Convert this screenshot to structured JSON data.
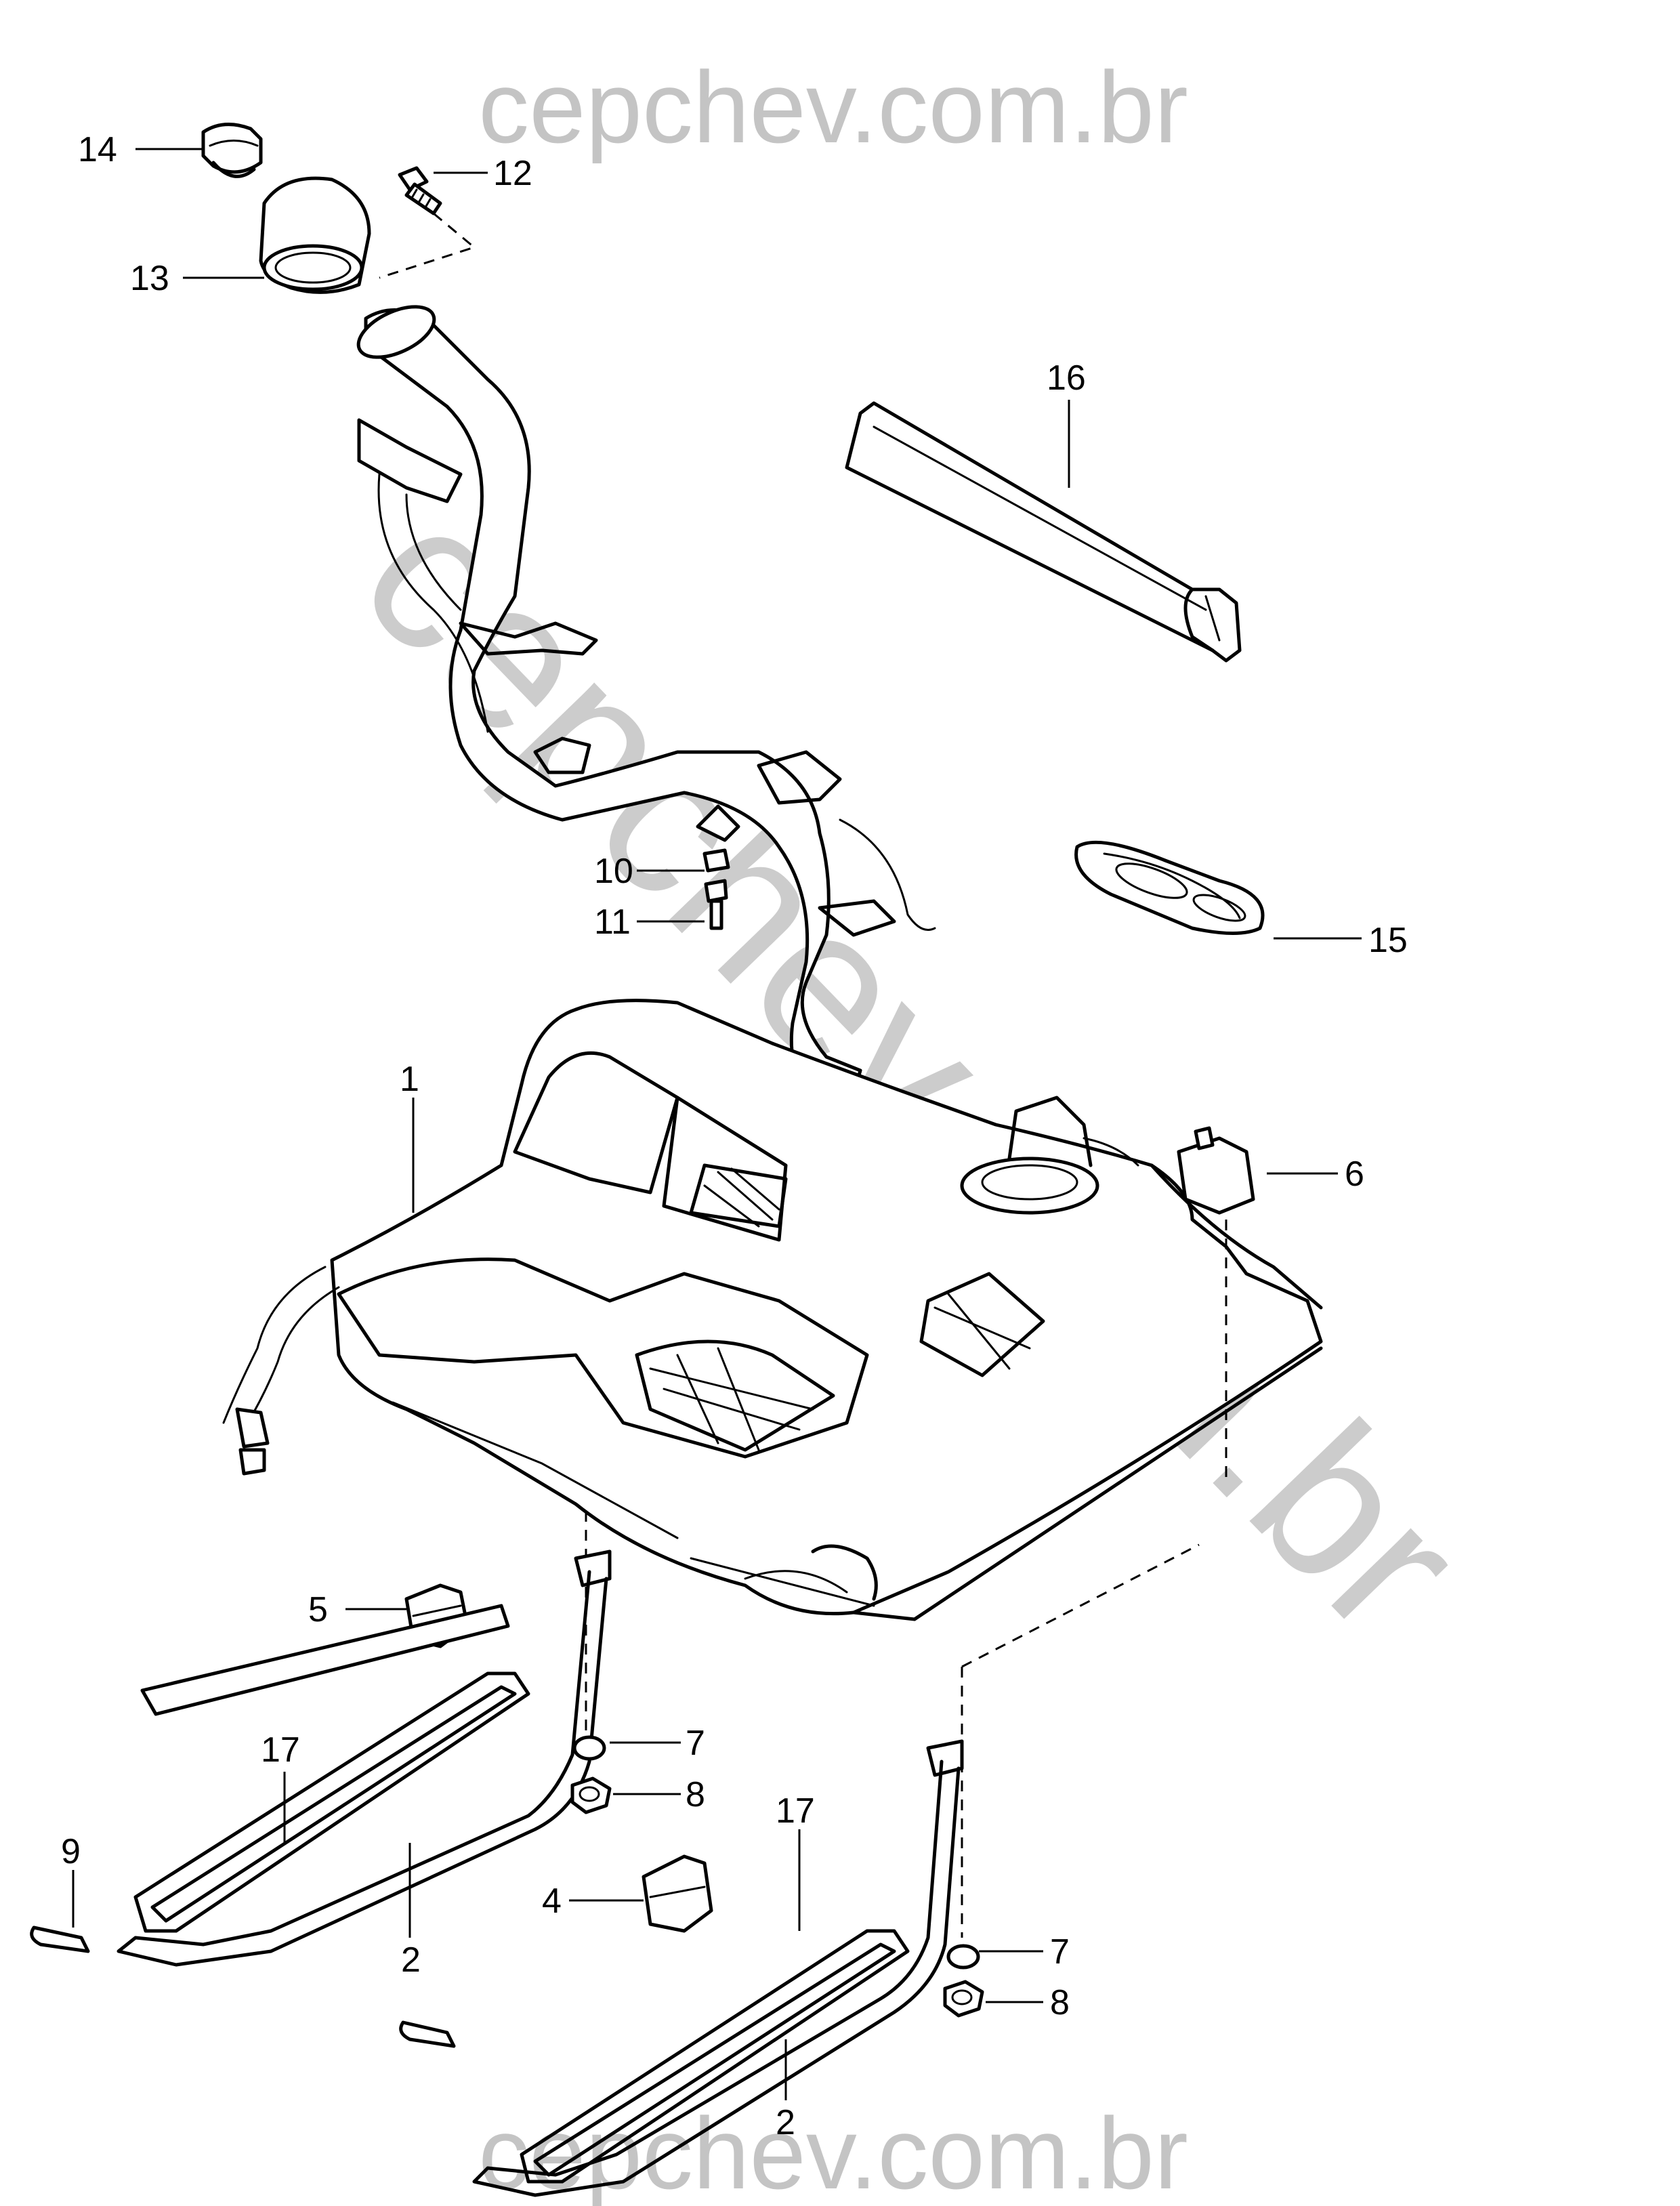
{
  "watermark": {
    "top": "cepchev.com.br",
    "bottom": "cepchev.com.br",
    "diagonal": "cepchev.com.br"
  },
  "callouts": [
    "1",
    "2",
    "2",
    "4",
    "5",
    "6",
    "7",
    "7",
    "8",
    "8",
    "9",
    "10",
    "11",
    "12",
    "13",
    "14",
    "15",
    "16",
    "17",
    "17"
  ]
}
